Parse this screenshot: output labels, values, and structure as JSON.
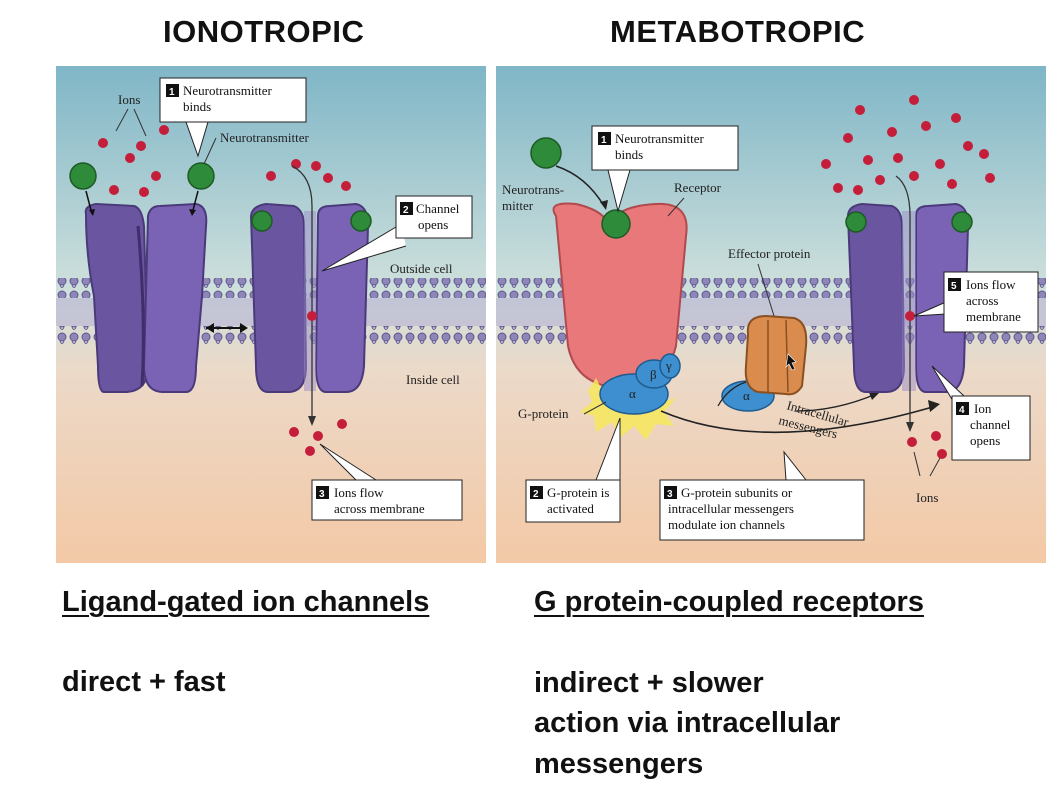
{
  "headings": {
    "left": "IONOTROPIC",
    "right": "METABOTROPIC"
  },
  "ionotropic": {
    "labels": {
      "ions": "Ions",
      "neurotransmitter": "Neurotransmitter",
      "outside_cell": "Outside cell",
      "inside_cell": "Inside cell"
    },
    "steps": {
      "s1_num": "1",
      "s1_line1": "Neurotransmitter",
      "s1_line2": "binds",
      "s2_num": "2",
      "s2_line1": "Channel",
      "s2_line2": "opens",
      "s3_num": "3",
      "s3_line1": "Ions flow",
      "s3_line2": "across membrane"
    }
  },
  "metabotropic": {
    "labels": {
      "neurotransmitter_1": "Neurotrans-",
      "neurotransmitter_2": "mitter",
      "receptor": "Receptor",
      "effector_protein": "Effector protein",
      "g_protein": "G-protein",
      "alpha": "α",
      "beta": "β",
      "gamma": "γ",
      "intracellular_1": "Intracellular",
      "intracellular_2": "messengers",
      "ions": "Ions"
    },
    "steps": {
      "s1_num": "1",
      "s1_line1": "Neurotransmitter",
      "s1_line2": "binds",
      "s2_num": "2",
      "s2_line1": "G-protein is",
      "s2_line2": "activated",
      "s3_num": "3",
      "s3_line1": "G-protein subunits or",
      "s3_line2": "intracellular messengers",
      "s3_line3": "modulate ion channels",
      "s4_num": "4",
      "s4_line1": "Ion",
      "s4_line2": "channel",
      "s4_line3": "opens",
      "s5_num": "5",
      "s5_line1": "Ions flow",
      "s5_line2": "across",
      "s5_line3": "membrane"
    }
  },
  "footer": {
    "left_title": "Ligand-gated ion channels",
    "left_desc": "direct + fast",
    "right_title": "G protein-coupled receptors",
    "right_line1": "indirect + slower",
    "right_line2": "action via intracellular",
    "right_line3": "messengers"
  },
  "colors": {
    "channel": "#6a55a0",
    "ion": "#c41e3a",
    "neurotransmitter": "#2e8b3a",
    "receptor": "#e8787a",
    "effector": "#d98c4e",
    "gprotein": "#3e8fd0"
  }
}
